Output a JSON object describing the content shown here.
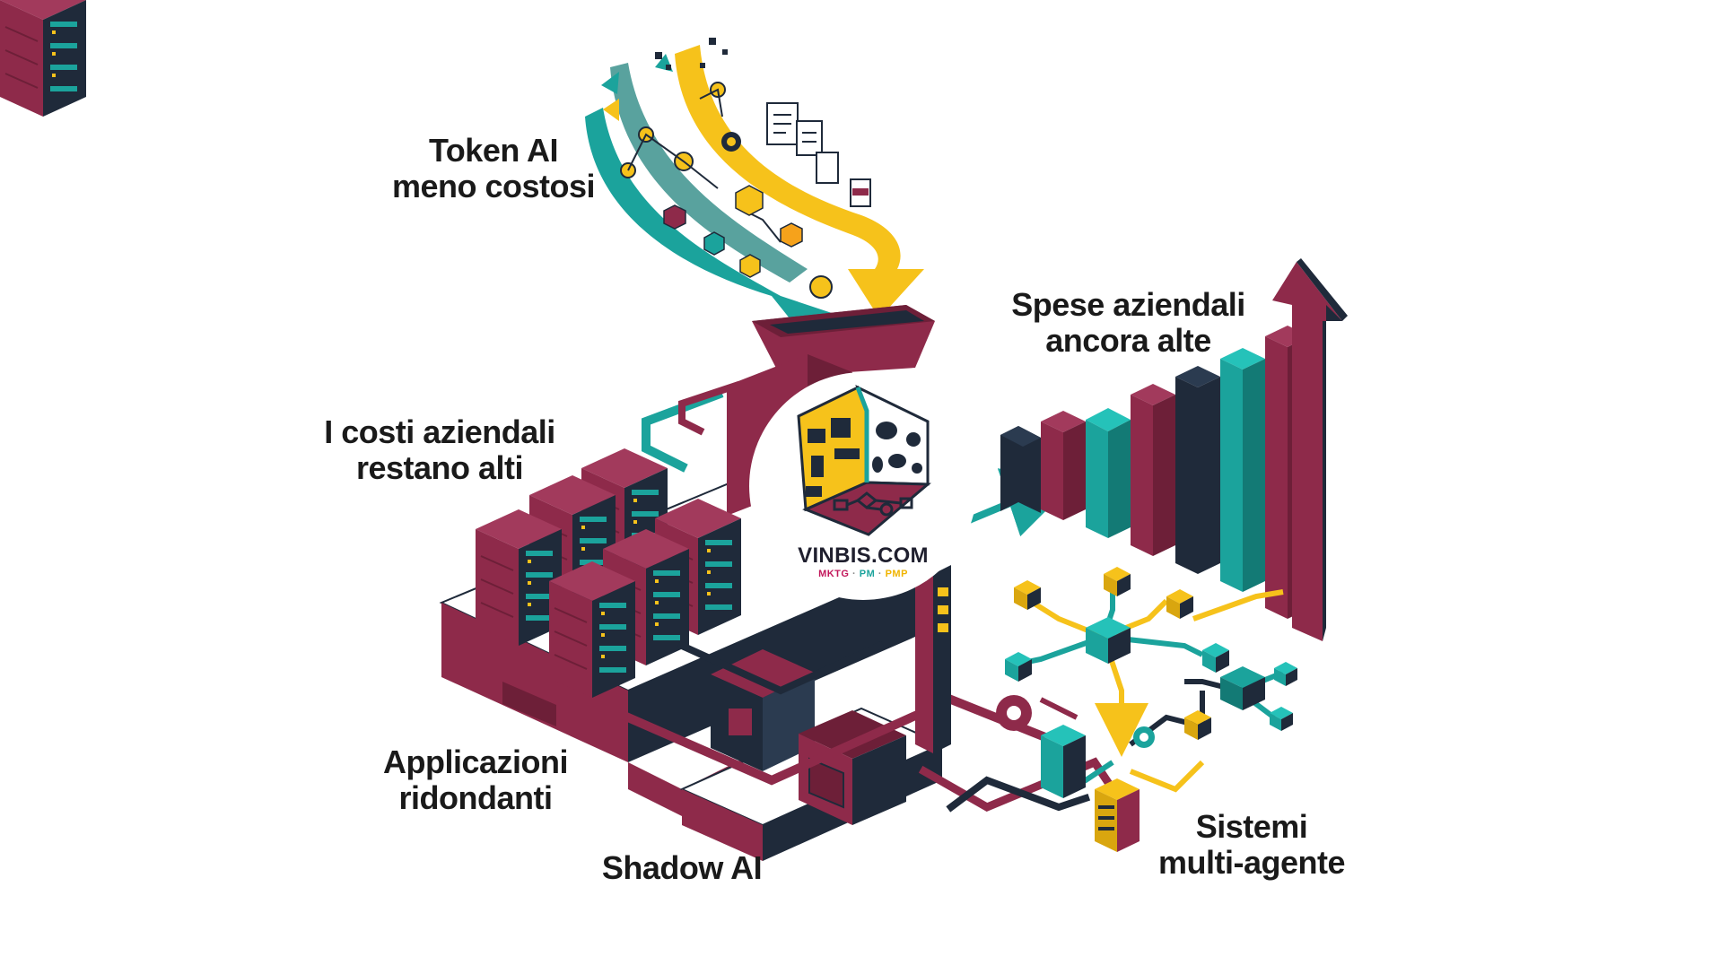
{
  "labels": {
    "token": [
      "Token AI",
      "meno costosi"
    ],
    "costi": [
      "I costi aziendali",
      "restano alti"
    ],
    "spese": [
      "Spese aziendali",
      "ancora alte"
    ],
    "applicazioni": [
      "Applicazioni",
      "ridondanti"
    ],
    "shadow": "Shadow AI",
    "sistemi": [
      "Sistemi",
      "multi-agente"
    ]
  },
  "logo": {
    "name": "VINBIS.COM",
    "tagline_parts": [
      "MKTG",
      "PM",
      "PMP"
    ],
    "separator": "·"
  },
  "colors": {
    "maroon": "#8e2a4a",
    "maroon_dark": "#6d1f38",
    "teal": "#1ba39c",
    "teal_dark": "#137a75",
    "navy": "#1f2a3a",
    "yellow": "#f6c21b",
    "text": "#1a1a1a"
  }
}
